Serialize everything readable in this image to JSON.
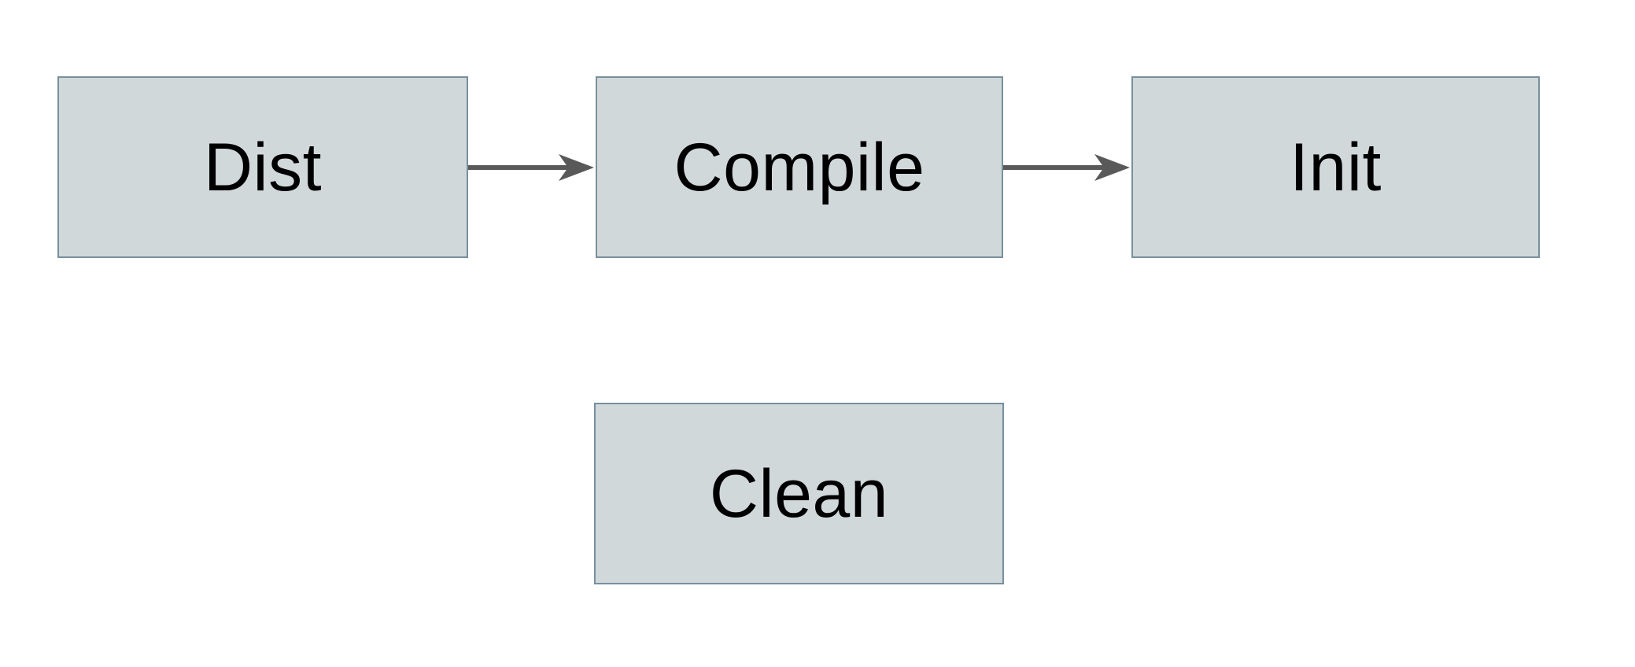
{
  "diagram": {
    "type": "flowchart",
    "colors": {
      "canvas_bg": "#ffffff",
      "node_fill": "#d0d8da",
      "node_border": "#78909c",
      "arrow": "#595959",
      "text": "#000000"
    },
    "nodes": [
      {
        "id": "dist",
        "label": "Dist"
      },
      {
        "id": "compile",
        "label": "Compile"
      },
      {
        "id": "init",
        "label": "Init"
      },
      {
        "id": "clean",
        "label": "Clean"
      }
    ],
    "edges": [
      {
        "from": "dist",
        "to": "compile",
        "direction": "right"
      },
      {
        "from": "compile",
        "to": "init",
        "direction": "right"
      }
    ]
  }
}
